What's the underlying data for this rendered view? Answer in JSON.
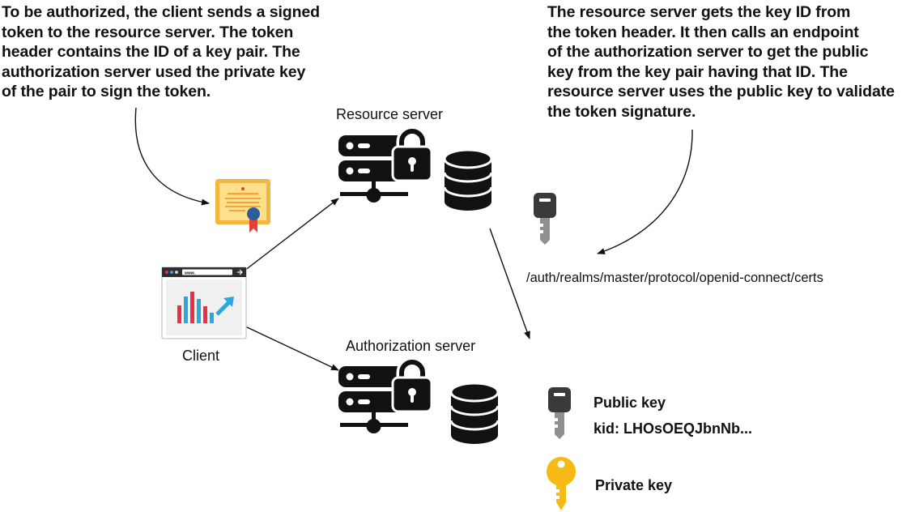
{
  "notes": {
    "client_auth": "To be authorized, the client sends a signed\ntoken to the resource server. The token\nheader contains the ID of a key pair. The\nauthorization server used the private key\nof the pair to sign the token.",
    "resource_validation": "The resource server gets the key ID from\nthe token header. It then calls an endpoint\nof the authorization server to get the public\nkey from the key pair having that ID. The\nresource server uses the public key to validate\nthe token signature."
  },
  "labels": {
    "resource_server": "Resource server",
    "authorization_server": "Authorization server",
    "client": "Client",
    "endpoint": "/auth/realms/master/protocol/openid-connect/certs",
    "public_key": "Public key",
    "kid": "kid: LHOsOEQJbnNb...",
    "private_key": "Private key",
    "browser_url": "www."
  },
  "icons": {
    "server": "server-lock-icon",
    "database": "database-icon",
    "certificate": "certificate-token-icon",
    "browser": "browser-chart-icon",
    "public_key": "gray-key-icon",
    "private_key": "yellow-key-icon"
  },
  "colors": {
    "certificate_fill": "#fde08c",
    "certificate_border": "#f3b63f",
    "ribbon": "#e63e3a",
    "seal": "#2b5d9a",
    "bar_red": "#e8304a",
    "bar_blue": "#2ba6df",
    "private_key": "#f6b916",
    "public_key_head": "#3a3a3a",
    "public_key_shaft": "#8f8f8f"
  }
}
